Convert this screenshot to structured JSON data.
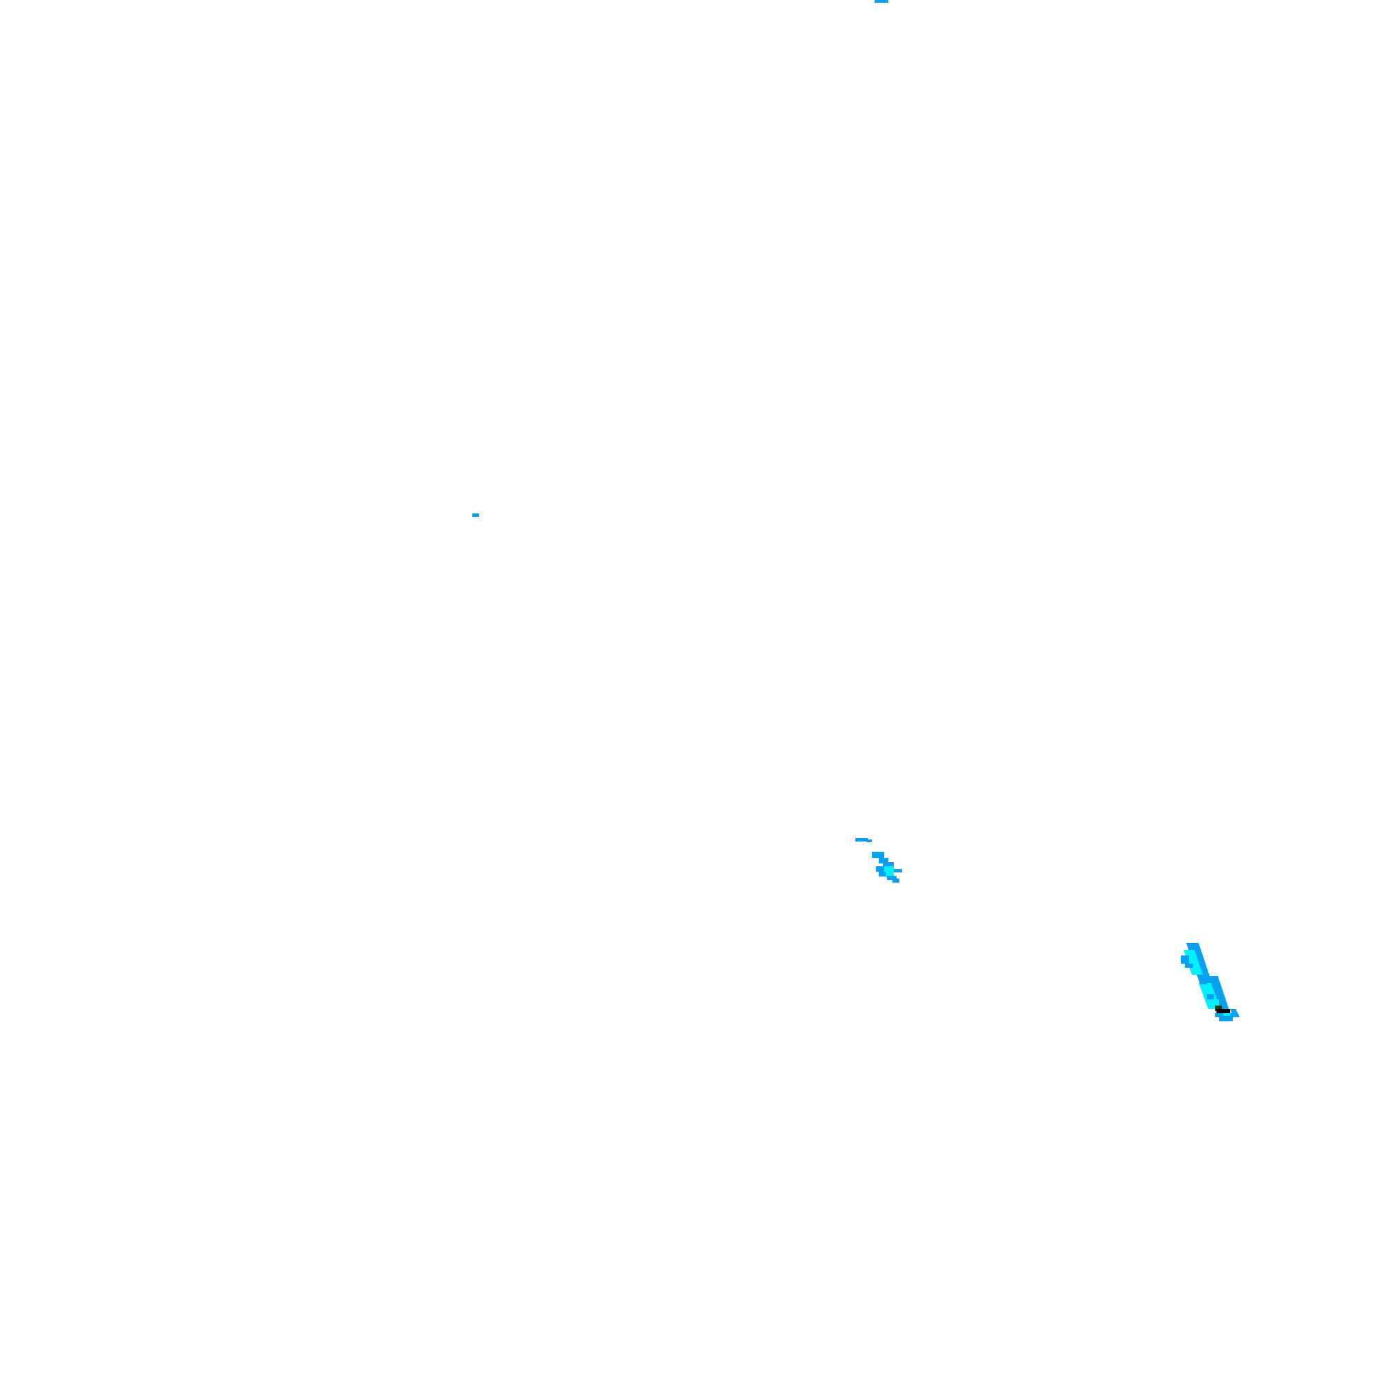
{
  "palette": {
    "background": "#ffffff",
    "blue": "#0aa0f0",
    "cyan": "#00f0ff",
    "black": "#000000",
    "dark_green": "#1a3d10"
  },
  "legend": {
    "visible": false
  },
  "axes": {
    "visible": false,
    "grid": false
  },
  "features": [
    {
      "name": "top-edge-fleck",
      "kind": "speck",
      "colors": [
        "blue"
      ]
    },
    {
      "name": "isolated-speck",
      "kind": "speck",
      "colors": [
        "blue"
      ]
    },
    {
      "name": "central-cluster",
      "kind": "cluster",
      "colors": [
        "blue",
        "cyan"
      ]
    },
    {
      "name": "diagonal-streak",
      "kind": "streak",
      "colors": [
        "blue",
        "cyan",
        "black",
        "dark_green"
      ]
    }
  ]
}
